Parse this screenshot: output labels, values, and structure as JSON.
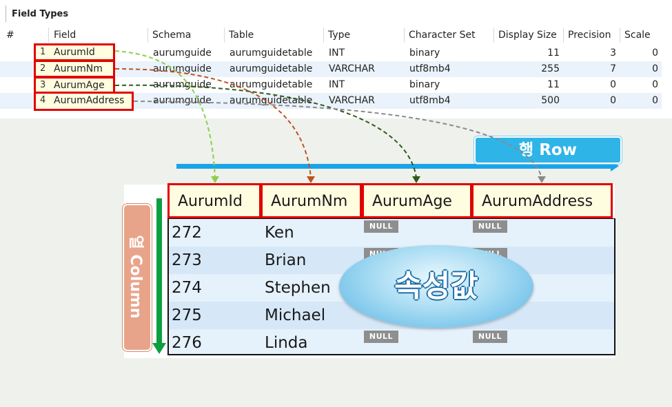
{
  "panel": {
    "title": "Field Types"
  },
  "field_table": {
    "headers": [
      "#",
      "Field",
      "Schema",
      "Table",
      "Type",
      "Character Set",
      "Display Size",
      "Precision",
      "Scale"
    ],
    "rows": [
      {
        "index": "1",
        "field": "AurumId",
        "schema": "aurumguide",
        "table": "aurumguidetable",
        "type": "INT",
        "charset": "binary",
        "display_size": "11",
        "precision": "3",
        "scale": "0"
      },
      {
        "index": "2",
        "field": "AurumNm",
        "schema": "aurumguide",
        "table": "aurumguidetable",
        "type": "VARCHAR",
        "charset": "utf8mb4",
        "display_size": "255",
        "precision": "7",
        "scale": "0"
      },
      {
        "index": "3",
        "field": "AurumAge",
        "schema": "aurumguide",
        "table": "aurumguidetable",
        "type": "INT",
        "charset": "binary",
        "display_size": "11",
        "precision": "0",
        "scale": "0"
      },
      {
        "index": "4",
        "field": "AurumAddress",
        "schema": "aurumguide",
        "table": "aurumguidetable",
        "type": "VARCHAR",
        "charset": "utf8mb4",
        "display_size": "500",
        "precision": "0",
        "scale": "0"
      }
    ]
  },
  "labels": {
    "row": "행 Row",
    "column": "열 Column",
    "attribute_value": "속성값"
  },
  "result_grid": {
    "columns": [
      "AurumId",
      "AurumNm",
      "AurumAge",
      "AurumAddress"
    ],
    "null_text": "NULL",
    "rows": [
      {
        "id": "272",
        "name": "Ken"
      },
      {
        "id": "273",
        "name": "Brian"
      },
      {
        "id": "274",
        "name": "Stephen"
      },
      {
        "id": "275",
        "name": "Michael"
      },
      {
        "id": "276",
        "name": "Linda"
      }
    ]
  },
  "colors": {
    "highlight_border": "#e00000",
    "row_arrow": "#1aa4e8",
    "column_arrow": "#0aa040",
    "arrow_aurumid": "#8ccf4a",
    "arrow_aurumnm": "#c0521e",
    "arrow_aurumage": "#2e5a1a",
    "arrow_aurumaddress": "#8a8a8a"
  },
  "icons": {
    "row_arrow": "right-arrow-icon",
    "column_arrow": "down-arrow-icon"
  }
}
